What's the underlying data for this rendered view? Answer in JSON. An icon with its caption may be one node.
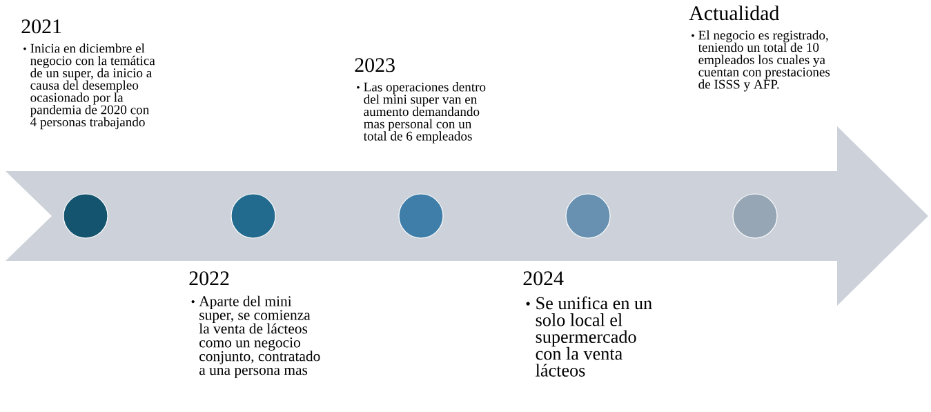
{
  "diagram": {
    "nodes": [
      {
        "text": [
          "2021",
          "Inicia en diciembre el negocio con la temática de un super, da inicio a causa del desempleo ocasionado por la pandemia de 2020 con 4 personas trabajando"
        ]
      },
      {
        "text": [
          "2022",
          "Aparte del mini super, se comienza la venta de lácteos como un negocio conjunto, contratado a una persona mas"
        ]
      },
      {
        "text": [
          "2023",
          "Las operaciones dentro del mini super van en aumento demandando mas personal con un total de 6 empleados"
        ]
      },
      {
        "text": [
          "2024",
          "Se unifica en un solo local el supermercado con la venta lácteos"
        ]
      },
      {
        "text": [
          "Actualidad",
          "El negocio es registrado, teniendo un total de 10 empleados los cuales ya cuentan con prestaciones de ISSS y AFP."
        ]
      },
      {
        "text": [],
        "shape": "circle"
      },
      {
        "text": [],
        "shape": "circle"
      },
      {
        "text": [],
        "shape": "circle"
      },
      {
        "text": [],
        "shape": "circle"
      },
      {
        "text": [],
        "shape": "circle"
      }
    ]
  }
}
